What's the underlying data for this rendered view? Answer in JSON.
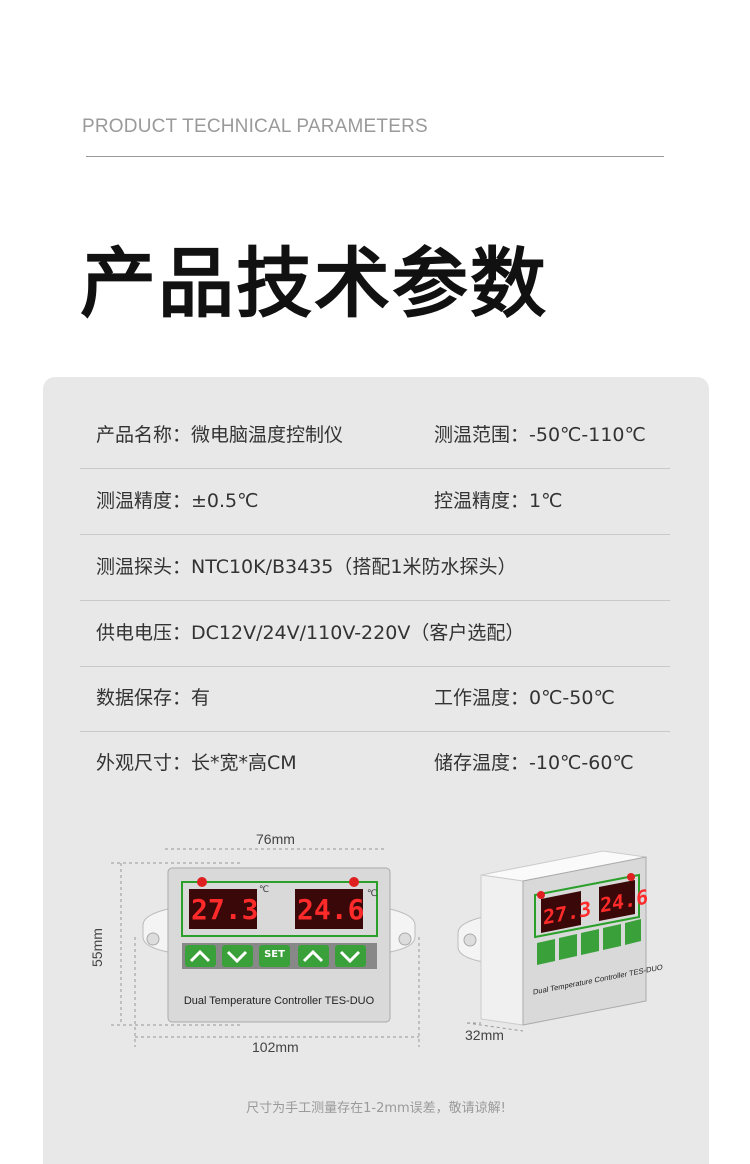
{
  "header": {
    "subtitle": "PRODUCT TECHNICAL PARAMETERS",
    "title": "产品技术参数"
  },
  "specs": [
    {
      "left": "产品名称：微电脑温度控制仪",
      "right": "测温范围：-50℃-110℃"
    },
    {
      "left": "测温精度：±0.5℃",
      "right": "控温精度：1℃"
    },
    {
      "left": "测温探头：NTC10K/B3435（搭配1米防水探头）",
      "right": ""
    },
    {
      "left": "供电电压：DC12V/24V/110V-220V（客户选配）",
      "right": ""
    },
    {
      "left": "数据保存：有",
      "right": "工作温度：0℃-50℃"
    },
    {
      "left": "外观尺寸：长*宽*高CM",
      "right": "储存温度：-10℃-60℃"
    }
  ],
  "dimensions": {
    "width_top": "76mm",
    "height": "55mm",
    "width_bottom": "102mm",
    "depth": "32mm"
  },
  "device": {
    "display_left": "27.3",
    "display_right": "24.6",
    "unit": "℃",
    "set_label": "SET",
    "product_label": "Dual Temperature Controller TES-DUO",
    "colors": {
      "display": "#e02020",
      "button": "#3aa03a",
      "frame": "#2aa02a"
    }
  },
  "footer_note": "尺寸为手工测量存在1-2mm误差，敬请谅解!"
}
